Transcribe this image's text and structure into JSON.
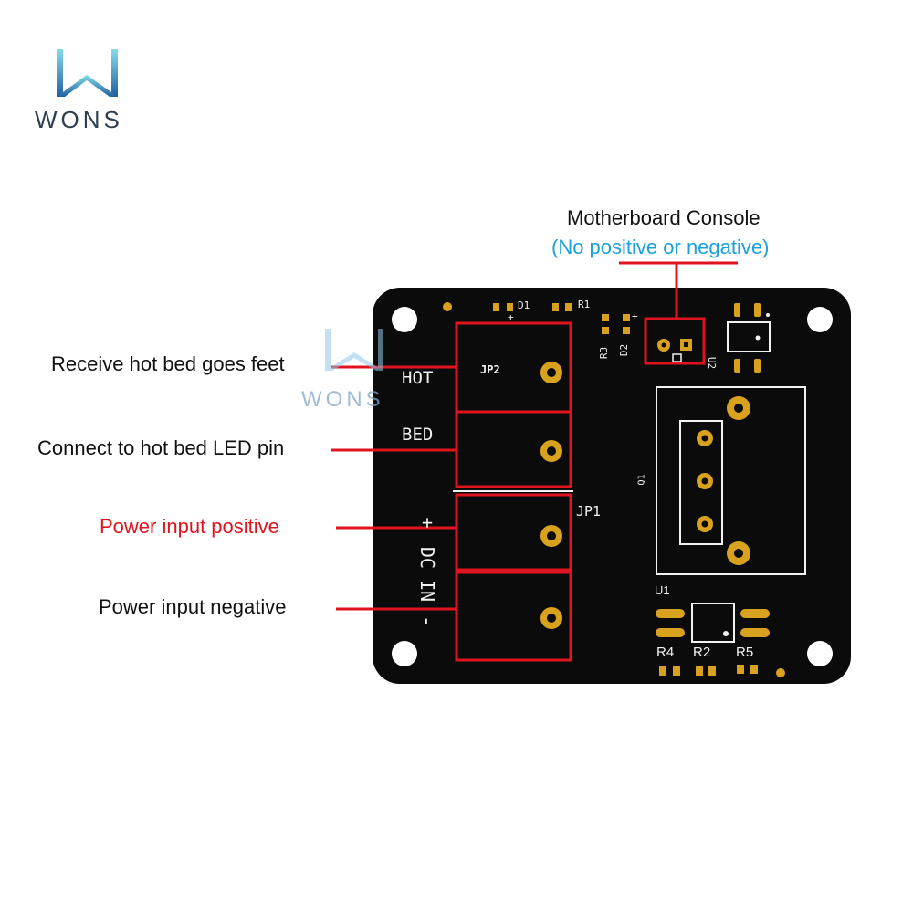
{
  "brand": {
    "name": "WONS",
    "color_light": "#7fd3e6",
    "color_dark": "#1f5fa0"
  },
  "header": {
    "title": "Motherboard Console",
    "subtitle": "(No positive or negative)"
  },
  "callouts": [
    {
      "id": "hot",
      "text": "Receive hot bed goes feet",
      "color": "#111111"
    },
    {
      "id": "bed",
      "text": "Connect to hot bed LED pin",
      "color": "#111111"
    },
    {
      "id": "pos",
      "text": "Power input positive",
      "color": "#e0141e"
    },
    {
      "id": "neg",
      "text": "Power input negative",
      "color": "#111111"
    }
  ],
  "board": {
    "color": "#0b0b0b",
    "pad_color": "#d9a21e",
    "highlight_color": "#e0141e",
    "silkscreen": {
      "hot": "HOT",
      "bed": "BED",
      "plus": "+",
      "dc_in": "DC IN",
      "minus": "-",
      "jp2": "JP2",
      "jp1": "JP1",
      "d1": "D1",
      "r1": "R1",
      "r3": "R3",
      "d2": "D2",
      "u2": "U2",
      "q1": "Q1",
      "u1": "U1",
      "r4": "R4",
      "r2": "R2",
      "r5": "R5",
      "jp_plus": "+",
      "d2_plus": "+"
    }
  }
}
